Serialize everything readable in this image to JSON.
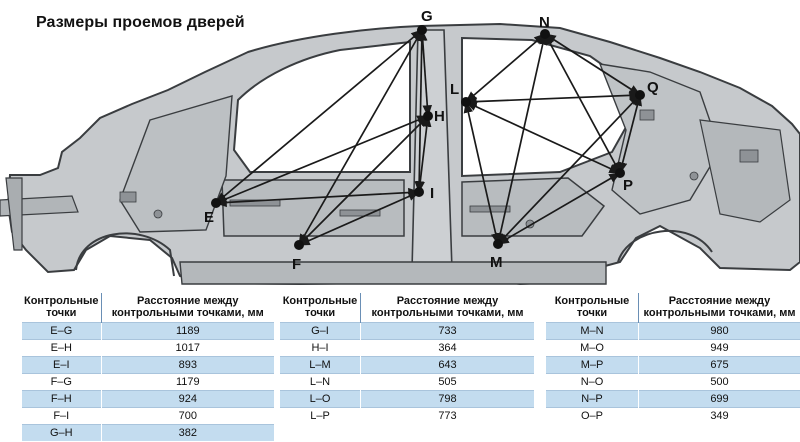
{
  "title": "Размеры проемов дверей",
  "points": [
    {
      "id": "G",
      "label": "G"
    },
    {
      "id": "N",
      "label": "N"
    },
    {
      "id": "L",
      "label": "L"
    },
    {
      "id": "Q",
      "label": "Q"
    },
    {
      "id": "H",
      "label": "H"
    },
    {
      "id": "E",
      "label": "E"
    },
    {
      "id": "I",
      "label": "I"
    },
    {
      "id": "P",
      "label": "P"
    },
    {
      "id": "F",
      "label": "F"
    },
    {
      "id": "M",
      "label": "M"
    }
  ],
  "tables": [
    {
      "header_points": "Контрольные точки",
      "header_distance": "Расстояние между контрольными точками, мм",
      "rows": [
        {
          "pair": "E–G",
          "value": "1189"
        },
        {
          "pair": "E–H",
          "value": "1017"
        },
        {
          "pair": "E–I",
          "value": "893"
        },
        {
          "pair": "F–G",
          "value": "1179"
        },
        {
          "pair": "F–H",
          "value": "924"
        },
        {
          "pair": "F–I",
          "value": "700"
        },
        {
          "pair": "G–H",
          "value": "382"
        }
      ]
    },
    {
      "header_points": "Контрольные точки",
      "header_distance": "Расстояние между контрольными точками, мм",
      "rows": [
        {
          "pair": "G–I",
          "value": "733"
        },
        {
          "pair": "H–I",
          "value": "364"
        },
        {
          "pair": "L–M",
          "value": "643"
        },
        {
          "pair": "L–N",
          "value": "505"
        },
        {
          "pair": "L–O",
          "value": "798"
        },
        {
          "pair": "L–P",
          "value": "773"
        }
      ]
    },
    {
      "header_points": "Контрольные точки",
      "header_distance": "Расстояние между контрольными точками, мм",
      "rows": [
        {
          "pair": "M–N",
          "value": "980"
        },
        {
          "pair": "M–O",
          "value": "949"
        },
        {
          "pair": "M–P",
          "value": "675"
        },
        {
          "pair": "N–O",
          "value": "500"
        },
        {
          "pair": "N–P",
          "value": "699"
        },
        {
          "pair": "O–P",
          "value": "349"
        }
      ]
    }
  ],
  "colors": {
    "body_fill": "#c6c9cc",
    "body_stroke": "#3a3d40",
    "line": "#1a1a1a",
    "table_stripe": "#c3dcef"
  }
}
